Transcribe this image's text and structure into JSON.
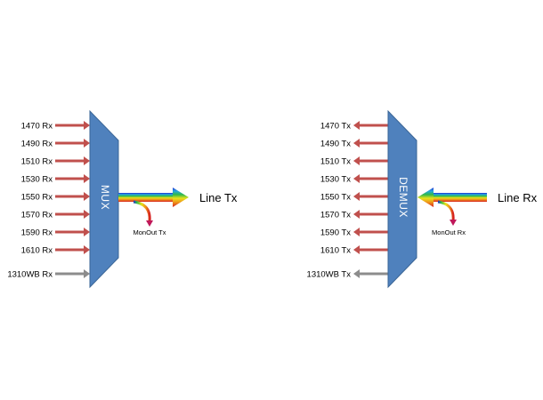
{
  "mux": {
    "block_label": "MUX",
    "channels": [
      "1470 Rx",
      "1490 Rx",
      "1510 Rx",
      "1530 Rx",
      "1550 Rx",
      "1570 Rx",
      "1590 Rx",
      "1610 Rx"
    ],
    "wideband": "1310WB Rx",
    "line_label": "Line Tx",
    "monitor_label": "MonOut Tx"
  },
  "demux": {
    "block_label": "DEMUX",
    "channels": [
      "1470 Tx",
      "1490 Tx",
      "1510 Tx",
      "1530 Tx",
      "1550 Tx",
      "1570 Tx",
      "1590 Tx",
      "1610 Tx"
    ],
    "wideband": "1310WB Tx",
    "line_label": "Line Rx",
    "monitor_label": "MonOut Rx"
  },
  "colors": {
    "block_fill": "#4f81bd",
    "block_stroke": "#3a6596",
    "channel_arrow": "#c0504d",
    "wideband_arrow": "#8c8c8c",
    "monitor_arrow": "#c0185a"
  }
}
